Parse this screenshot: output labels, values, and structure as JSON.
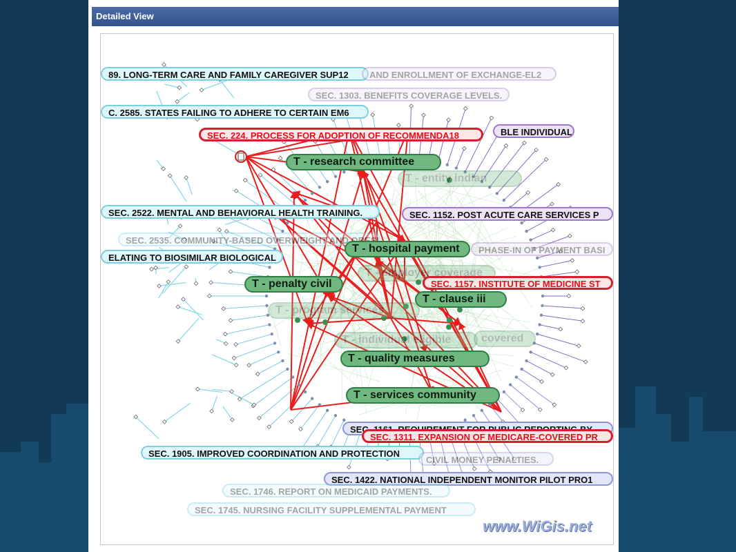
{
  "panel": {
    "title": "Detailed View"
  },
  "watermark": "www.WiGis.net",
  "colors": {
    "background": "#123a57",
    "header": "#3f5f9c",
    "highlight_edge": "#e81e1e",
    "term_node": "#6fb880",
    "section_cyan": "#7ccfe0",
    "section_purple": "#9e78c7",
    "section_red": "#d41f2e"
  },
  "labels": {
    "sec_289": "89. LONG-TERM CARE AND FAMILY CAREGIVER SUP12",
    "sec_enroll": "AND ENROLLMENT OF EXCHANGE-EL2",
    "sec_1303": "SEC. 1303. BENEFITS COVERAGE LEVELS.",
    "sec_2585": "C. 2585. STATES FAILING TO ADHERE TO CERTAIN EM6",
    "sec_eligible": "BLE INDIVIDUAL.",
    "sec_224": "SEC. 224. PROCESS FOR ADOPTION OF RECOMMENDA18",
    "term_research": "T - research committee",
    "term_indian": "T - entity indian",
    "sec_2522": "SEC. 2522. MENTAL AND BEHAVIORAL HEALTH TRAINING.",
    "sec_1152": "SEC. 1152. POST ACUTE CARE SERVICES P",
    "sec_2535": "SEC. 2535. COMMUNITY-BASED OVERWEIGHT AND OBESITY",
    "term_hospital": "T - hospital payment",
    "sec_phase": "PHASE-IN OF PAYMENT BASI",
    "sec_biosimilar": "ELATING TO BIOSIMILAR BIOLOGICAL",
    "term_employer": "T - employer coverage",
    "term_penalty": "T - penalty civil",
    "sec_1157": "SEC. 1157. INSTITUTE OF MEDICINE ST",
    "term_clause": "T - clause iii",
    "term_program": "T - program services",
    "term_individual": "T - individual eligible",
    "term_covered": "covered",
    "term_quality": "T - quality measures",
    "term_services": "T - services community",
    "sec_1161": "SEC. 1161. REQUIREMENT FOR PUBLIC REPORTING BY",
    "sec_1311": "SEC. 1311. EXPANSION OF MEDICARE-COVERED PR",
    "sec_1905": "SEC. 1905. IMPROVED COORDINATION AND PROTECTION",
    "sec_civil": "CIVIL MONEY PENALTIES.",
    "sec_1422": "SEC. 1422. NATIONAL INDEPENDENT MONITOR PILOT PRO1",
    "sec_1746": "SEC. 1746. REPORT ON MEDICAID PAYMENTS.",
    "sec_1745": "SEC. 1745. NURSING FACILITY SUPPLEMENTAL PAYMENT"
  }
}
